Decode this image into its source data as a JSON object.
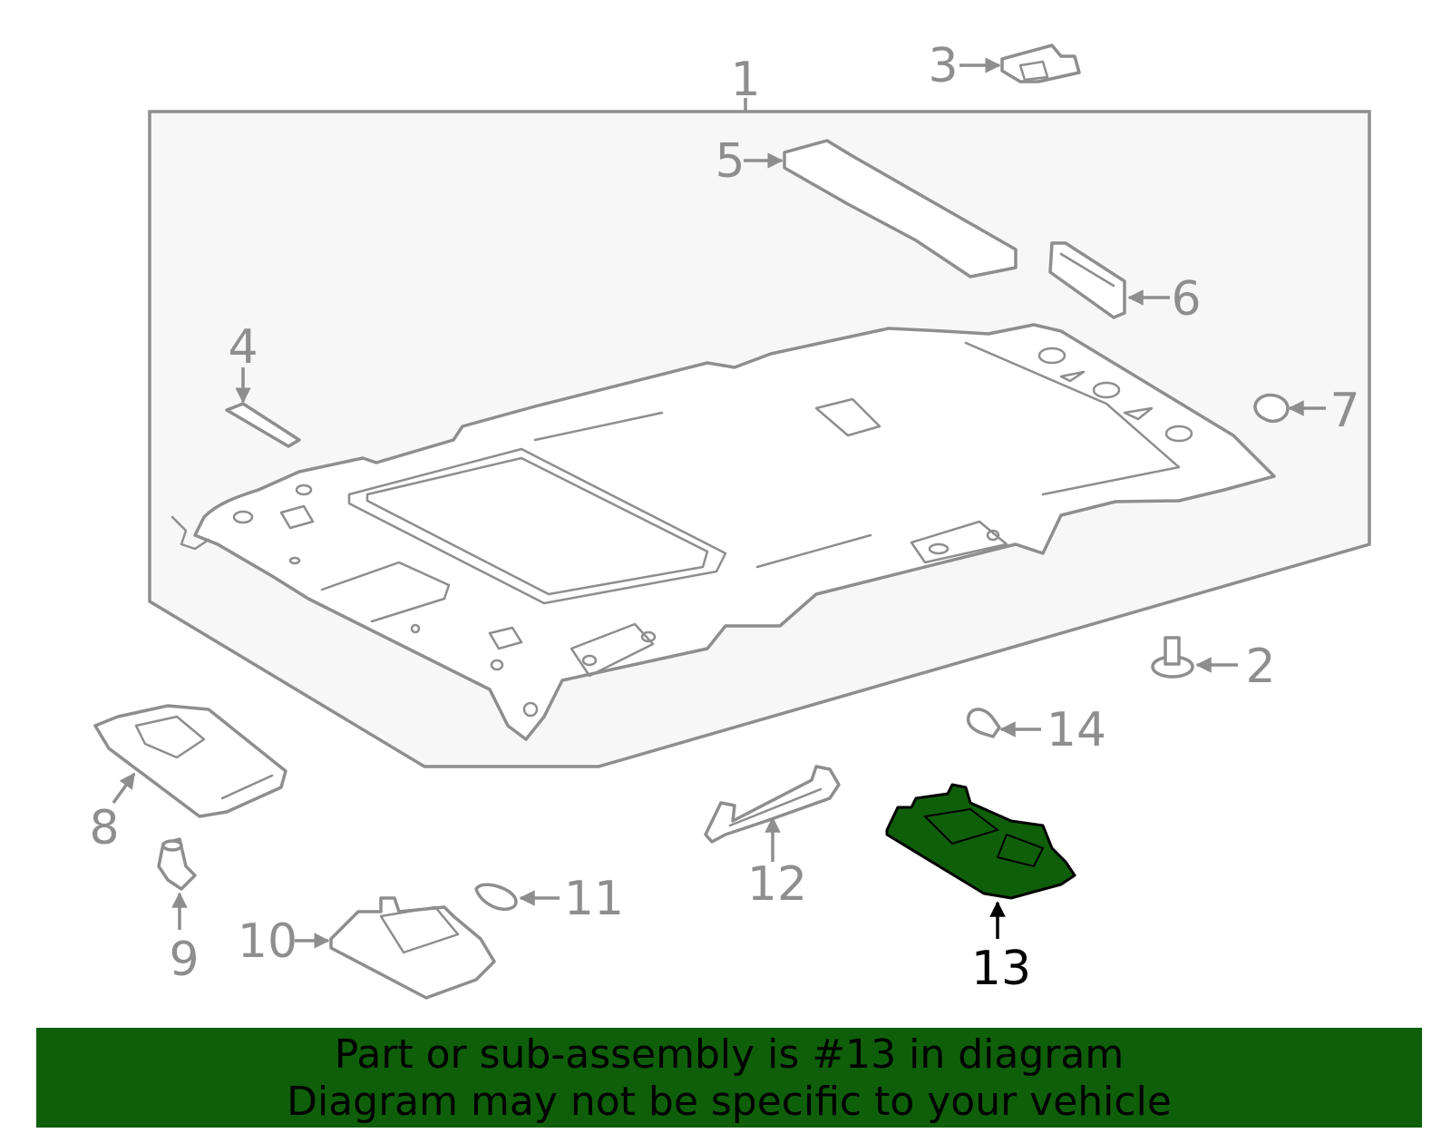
{
  "diagram": {
    "callouts": [
      {
        "id": "1",
        "label": "1"
      },
      {
        "id": "2",
        "label": "2"
      },
      {
        "id": "3",
        "label": "3"
      },
      {
        "id": "4",
        "label": "4"
      },
      {
        "id": "5",
        "label": "5"
      },
      {
        "id": "6",
        "label": "6"
      },
      {
        "id": "7",
        "label": "7"
      },
      {
        "id": "8",
        "label": "8"
      },
      {
        "id": "9",
        "label": "9"
      },
      {
        "id": "10",
        "label": "10"
      },
      {
        "id": "11",
        "label": "11"
      },
      {
        "id": "12",
        "label": "12"
      },
      {
        "id": "13",
        "label": "13"
      },
      {
        "id": "14",
        "label": "14"
      }
    ],
    "highlighted_part": "13"
  },
  "colors": {
    "highlight": "#0f5e0a",
    "line": "#8e8e8e",
    "banner_bg": "#0f5e0a"
  },
  "banner": {
    "line1": "Part or sub-assembly is #13 in diagram",
    "line2": "Diagram may not be specific to your vehicle"
  }
}
